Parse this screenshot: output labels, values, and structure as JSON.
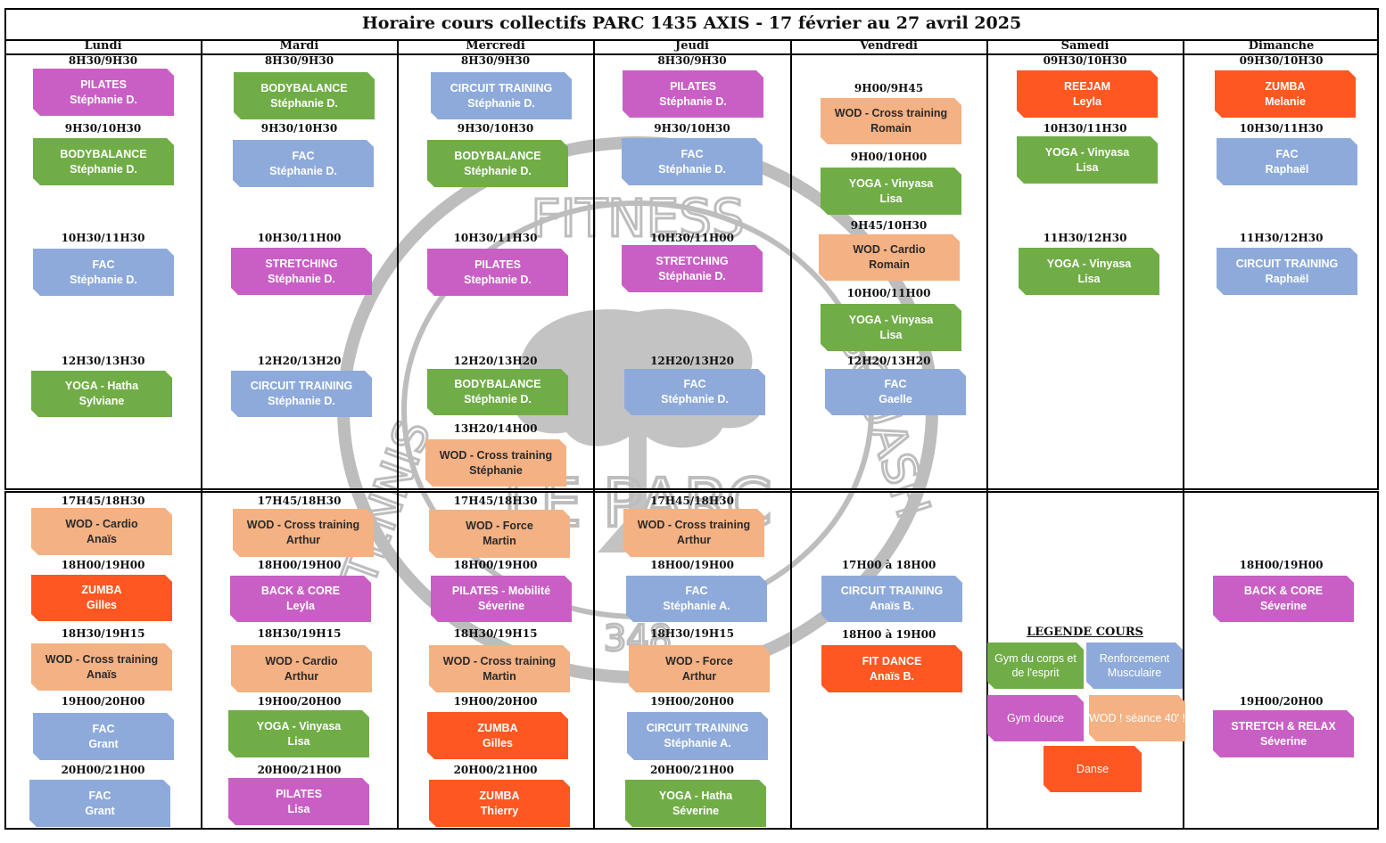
{
  "title": "Horaire cours collectifs PARC 1435 AXIS - 17 février au 27 avril 2025",
  "days": [
    "Lundi",
    "Mardi",
    "Mercredi",
    "Jeudi",
    "Vendredi",
    "Samedi",
    "Dimanche"
  ],
  "colors": {
    "gym_corps_esprit": "#70ad47",
    "renforcement": "#8eaadb",
    "gym_douce": "#c95fc4",
    "wod": "#f4b183",
    "danse": "#ff5722"
  },
  "watermark": {
    "text_top": "FITNESS",
    "text_left": "TENNIS",
    "text_right": "SQUASH",
    "text_bottom": "LE PARC",
    "number": "348"
  },
  "legend": {
    "title": "LEGENDE COURS",
    "gym_corps": "Gym du corps et de l'esprit",
    "renforcement": "Renforcement Musculaire",
    "gym_douce": "Gym douce",
    "wod": "WOD ! séance 40' !",
    "danse": "Danse"
  },
  "schedule": {
    "lundi": [
      {
        "time": "8H30/9H30",
        "course": "PILATES",
        "coach": "Stéphanie D."
      },
      {
        "time": "9H30/10H30",
        "course": "BODYBALANCE",
        "coach": "Stéphanie D."
      },
      {
        "time": "10H30/11H30",
        "course": "FAC",
        "coach": "Stéphanie D."
      },
      {
        "time": "12H30/13H30",
        "course": "YOGA - Hatha",
        "coach": "Sylviane"
      },
      {
        "time": "17H45/18H30",
        "course": "WOD - Cardio",
        "coach": "Anaïs"
      },
      {
        "time": "18H00/19H00",
        "course": "ZUMBA",
        "coach": "Gilles"
      },
      {
        "time": "18H30/19H15",
        "course": "WOD - Cross training",
        "coach": "Anaïs"
      },
      {
        "time": "19H00/20H00",
        "course": "FAC",
        "coach": "Grant"
      },
      {
        "time": "20H00/21H00",
        "course": "FAC",
        "coach": "Grant"
      }
    ],
    "mardi": [
      {
        "time": "8H30/9H30",
        "course": "BODYBALANCE",
        "coach": "Stéphanie D."
      },
      {
        "time": "9H30/10H30",
        "course": "FAC",
        "coach": "Stéphanie D."
      },
      {
        "time": "10H30/11H00",
        "course": "STRETCHING",
        "coach": "Stéphanie D."
      },
      {
        "time": "12H20/13H20",
        "course": "CIRCUIT TRAINING",
        "coach": "Stéphanie D."
      },
      {
        "time": "17H45/18H30",
        "course": "WOD - Cross training",
        "coach": "Arthur"
      },
      {
        "time": "18H00/19H00",
        "course": "BACK & CORE",
        "coach": "Leyla"
      },
      {
        "time": "18H30/19H15",
        "course": "WOD - Cardio",
        "coach": "Arthur"
      },
      {
        "time": "19H00/20H00",
        "course": "YOGA - Vinyasa",
        "coach": "Lisa"
      },
      {
        "time": "20H00/21H00",
        "course": "PILATES",
        "coach": "Lisa"
      }
    ],
    "mercredi": [
      {
        "time": "8H30/9H30",
        "course": "CIRCUIT TRAINING",
        "coach": "Stéphanie D."
      },
      {
        "time": "9H30/10H30",
        "course": "BODYBALANCE",
        "coach": "Stéphanie D."
      },
      {
        "time": "10H30/11H30",
        "course": "PILATES",
        "coach": "Stephanie D."
      },
      {
        "time": "12H20/13H20",
        "course": "BODYBALANCE",
        "coach": "Stéphanie D."
      },
      {
        "time": "13H20/14H00",
        "course": "WOD - Cross training",
        "coach": "Stéphanie"
      },
      {
        "time": "17H45/18H30",
        "course": "WOD - Force",
        "coach": "Martin"
      },
      {
        "time": "18H00/19H00",
        "course": "PILATES - Mobilité",
        "coach": "Séverine"
      },
      {
        "time": "18H30/19H15",
        "course": "WOD - Cross training",
        "coach": "Martin"
      },
      {
        "time": "19H00/20H00",
        "course": "ZUMBA",
        "coach": "Gilles"
      },
      {
        "time": "20H00/21H00",
        "course": "ZUMBA",
        "coach": "Thierry"
      }
    ],
    "jeudi": [
      {
        "time": "8H30/9H30",
        "course": "PILATES",
        "coach": "Stéphanie D."
      },
      {
        "time": "9H30/10H30",
        "course": "FAC",
        "coach": "Stéphanie D."
      },
      {
        "time": "10H30/11H00",
        "course": "STRETCHING",
        "coach": "Stéphanie D."
      },
      {
        "time": "12H20/13H20",
        "course": "FAC",
        "coach": "Stéphanie D."
      },
      {
        "time": "17H45/18H30",
        "course": "WOD - Cross training",
        "coach": "Arthur"
      },
      {
        "time": "18H00/19H00",
        "course": "FAC",
        "coach": "Stéphanie A."
      },
      {
        "time": "18H30/19H15",
        "course": "WOD - Force",
        "coach": "Arthur"
      },
      {
        "time": "19H00/20H00",
        "course": "CIRCUIT TRAINING",
        "coach": "Stéphanie A."
      },
      {
        "time": "20H00/21H00",
        "course": "YOGA - Hatha",
        "coach": "Séverine"
      }
    ],
    "vendredi": [
      {
        "time": "9H00/9H45",
        "course": "WOD - Cross training",
        "coach": "Romain"
      },
      {
        "time": "9H00/10H00",
        "course": "YOGA - Vinyasa",
        "coach": "Lisa"
      },
      {
        "time": "9H45/10H30",
        "course": "WOD - Cardio",
        "coach": "Romain"
      },
      {
        "time": "10H00/11H00",
        "course": "YOGA - Vinyasa",
        "coach": "Lisa"
      },
      {
        "time": "12H20/13H20",
        "course": "FAC",
        "coach": "Gaelle"
      },
      {
        "time": "17H00 à 18H00",
        "course": "CIRCUIT TRAINING",
        "coach": "Anaïs B."
      },
      {
        "time": "18H00 à 19H00",
        "course": "FIT DANCE",
        "coach": "Anaïs B."
      }
    ],
    "samedi": [
      {
        "time": "09H30/10H30",
        "course": "REEJAM",
        "coach": "Leyla"
      },
      {
        "time": "10H30/11H30",
        "course": "YOGA - Vinyasa",
        "coach": "Lisa"
      },
      {
        "time": "11H30/12H30",
        "course": "YOGA - Vinyasa",
        "coach": "Lisa"
      }
    ],
    "dimanche": [
      {
        "time": "09H30/10H30",
        "course": "ZUMBA",
        "coach": "Melanie"
      },
      {
        "time": "10H30/11H30",
        "course": "FAC",
        "coach": "Raphaël"
      },
      {
        "time": "11H30/12H30",
        "course": "CIRCUIT TRAINING",
        "coach": "Raphaël"
      },
      {
        "time": "18H00/19H00",
        "course": "BACK & CORE",
        "coach": "Séverine"
      },
      {
        "time": "19H00/20H00",
        "course": "STRETCH & RELAX",
        "coach": "Séverine"
      }
    ]
  }
}
